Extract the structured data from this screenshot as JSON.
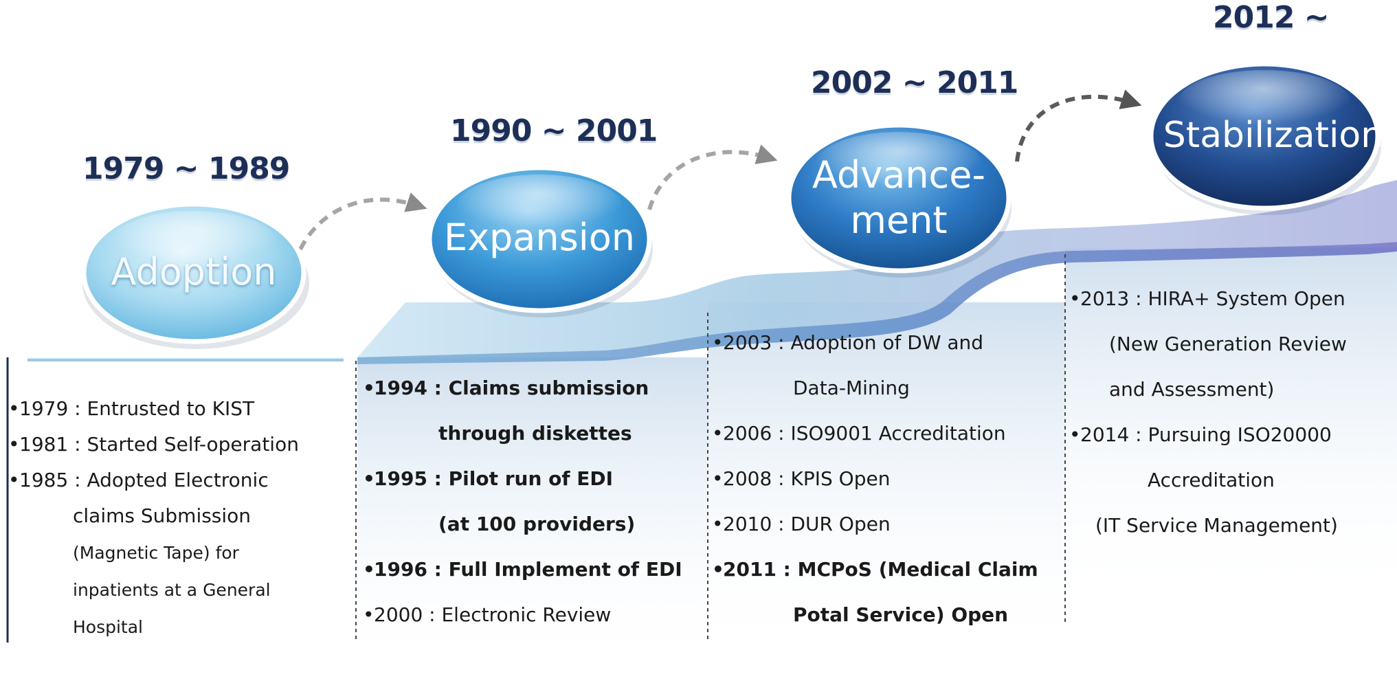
{
  "phases": [
    {
      "period": "1979 ~ 1989",
      "label": "Adoption",
      "color": "#9fd5ec",
      "events": [
        {
          "text": "1979 : Entrusted to KIST",
          "bold": false,
          "bullet": true
        },
        {
          "text": "1981 : Started Self-operation",
          "bold": false,
          "bullet": true
        },
        {
          "text": "1985 : Adopted Electronic",
          "bold": false,
          "bullet": true
        },
        {
          "text": "claims Submission",
          "bold": false,
          "bullet": false
        },
        {
          "text": "(Magnetic Tape) for",
          "bold": false,
          "bullet": false
        },
        {
          "text": "inpatients at a General",
          "bold": false,
          "bullet": false
        },
        {
          "text": "Hospital",
          "bold": false,
          "bullet": false
        }
      ]
    },
    {
      "period": "1990 ~ 2001",
      "label": "Expansion",
      "color": "#3f9bd6",
      "events": [
        {
          "text": "1994 : Claims submission",
          "bold": true,
          "bullet": true
        },
        {
          "text": "through diskettes",
          "bold": true,
          "bullet": false
        },
        {
          "text": "1995 : Pilot run of EDI",
          "bold": true,
          "bullet": true
        },
        {
          "text": "(at 100 providers)",
          "bold": true,
          "bullet": false
        },
        {
          "text": "1996 : Full Implement of EDI",
          "bold": true,
          "bullet": true
        },
        {
          "text": "2000 : Electronic Review",
          "bold": false,
          "bullet": true
        }
      ]
    },
    {
      "period": "2002 ~ 2011",
      "label": "Advance-\nment",
      "color": "#2d73bd",
      "events": [
        {
          "text": "2003 : Adoption of DW and",
          "bold": false,
          "bullet": true
        },
        {
          "text": "Data-Mining",
          "bold": false,
          "bullet": false
        },
        {
          "text": "2006 : ISO9001 Accreditation",
          "bold": false,
          "bullet": true
        },
        {
          "text": "2008 : KPIS Open",
          "bold": false,
          "bullet": true
        },
        {
          "text": "2010 : DUR Open",
          "bold": false,
          "bullet": true
        },
        {
          "text": "2011 : MCPoS (Medical Claim",
          "bold": true,
          "bullet": true
        },
        {
          "text": "Potal Service) Open",
          "bold": true,
          "bullet": false
        }
      ]
    },
    {
      "period": "2012 ~",
      "label": "Stabilization",
      "color": "#234f92",
      "events": [
        {
          "text": "2013 : HIRA+ System Open",
          "bold": false,
          "bullet": true
        },
        {
          "text": "(New Generation Review",
          "bold": false,
          "bullet": false
        },
        {
          "text": "and Assessment)",
          "bold": false,
          "bullet": false
        },
        {
          "text": "2014 : Pursuing ISO20000",
          "bold": false,
          "bullet": true
        },
        {
          "text": "Accreditation",
          "bold": false,
          "bullet": false
        },
        {
          "text": "(IT Service Management)",
          "bold": false,
          "bullet": false
        }
      ]
    }
  ]
}
